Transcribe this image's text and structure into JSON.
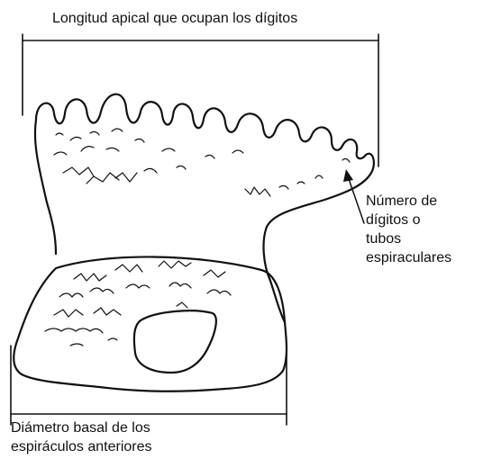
{
  "labels": {
    "top": "Longitud apical que ocupan los dígitos",
    "right": [
      "Número de",
      "dígitos o",
      "tubos",
      "espiraculares"
    ],
    "bottom": [
      "Diámetro basal de los",
      "espiráculos anteriores"
    ]
  },
  "colors": {
    "ink": "#111111",
    "background": "#ffffff"
  }
}
